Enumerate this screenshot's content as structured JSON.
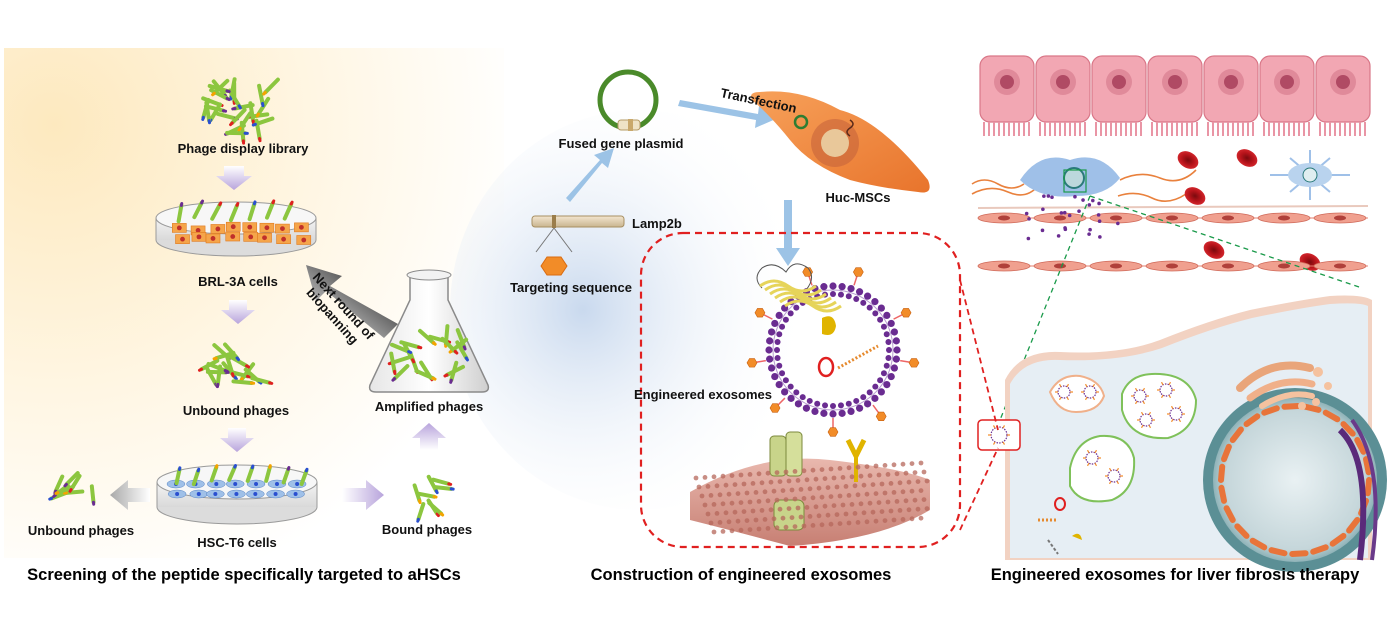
{
  "panel_left": {
    "phage_library": "Phage display library",
    "brl_cells": "BRL-3A cells",
    "unbound_phages_1": "Unbound phages",
    "unbound_phages_2": "Unbound phages",
    "hsc_cells": "HSC-T6 cells",
    "bound_phages": "Bound phages",
    "amplified_phages": "Amplified phages",
    "next_round_line1": "Next round of",
    "next_round_line2": "biopanning",
    "caption": "Screening of the peptide specifically targeted to aHSCs"
  },
  "panel_middle": {
    "fused_plasmid": "Fused gene plasmid",
    "transfection": "Transfection",
    "huc_mscs": "Huc-MSCs",
    "lamp2b": "Lamp2b",
    "targeting_sequence": "Targeting sequence",
    "engineered_exosomes": "Engineered exosomes",
    "caption": "Construction of engineered exosomes"
  },
  "panel_right": {
    "caption": "Engineered exosomes for liver fibrosis therapy"
  },
  "colors": {
    "phage_green": "#8cc63f",
    "dish_cell_orange": "#f5a54a",
    "arrow_lavender": "#c6b6e0",
    "arrow_blue": "#9cc3e6",
    "exosome_purple": "#6a2c91",
    "dashed_red": "#e02020",
    "hepatocyte_pink": "#f2a7b3",
    "red_blood_cell": "#c4161c",
    "nucleus_teal": "#5f9ea0"
  }
}
